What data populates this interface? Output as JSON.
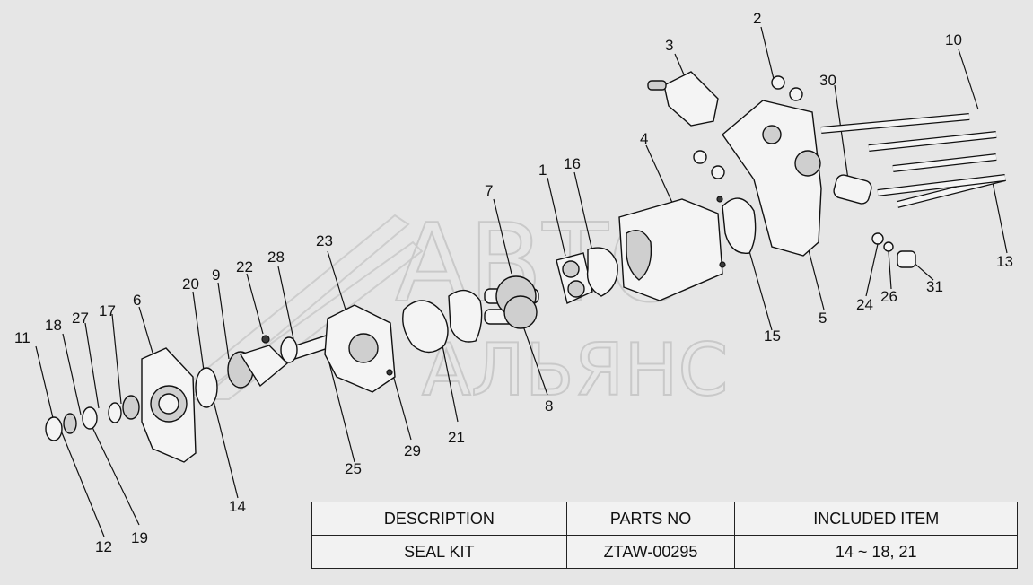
{
  "watermark": {
    "line1": "АВТО",
    "line2": "АЛЬЯНС"
  },
  "callouts": [
    {
      "id": "1",
      "label": "1"
    },
    {
      "id": "2",
      "label": "2"
    },
    {
      "id": "3",
      "label": "3"
    },
    {
      "id": "4",
      "label": "4"
    },
    {
      "id": "5",
      "label": "5"
    },
    {
      "id": "6",
      "label": "6"
    },
    {
      "id": "7",
      "label": "7"
    },
    {
      "id": "8",
      "label": "8"
    },
    {
      "id": "9",
      "label": "9"
    },
    {
      "id": "10",
      "label": "10"
    },
    {
      "id": "11",
      "label": "11"
    },
    {
      "id": "12",
      "label": "12"
    },
    {
      "id": "13",
      "label": "13"
    },
    {
      "id": "14",
      "label": "14"
    },
    {
      "id": "15",
      "label": "15"
    },
    {
      "id": "16",
      "label": "16"
    },
    {
      "id": "17",
      "label": "17"
    },
    {
      "id": "18",
      "label": "18"
    },
    {
      "id": "19",
      "label": "19"
    },
    {
      "id": "20",
      "label": "20"
    },
    {
      "id": "21",
      "label": "21"
    },
    {
      "id": "22",
      "label": "22"
    },
    {
      "id": "23",
      "label": "23"
    },
    {
      "id": "24",
      "label": "24"
    },
    {
      "id": "25",
      "label": "25"
    },
    {
      "id": "26",
      "label": "26"
    },
    {
      "id": "27",
      "label": "27"
    },
    {
      "id": "28",
      "label": "28"
    },
    {
      "id": "29",
      "label": "29"
    },
    {
      "id": "30",
      "label": "30"
    },
    {
      "id": "31",
      "label": "31"
    }
  ],
  "table": {
    "headers": [
      "DESCRIPTION",
      "PARTS NO",
      "INCLUDED ITEM"
    ],
    "rows": [
      [
        "SEAL KIT",
        "ZTAW-00295",
        "14 ~ 18, 21"
      ]
    ]
  }
}
